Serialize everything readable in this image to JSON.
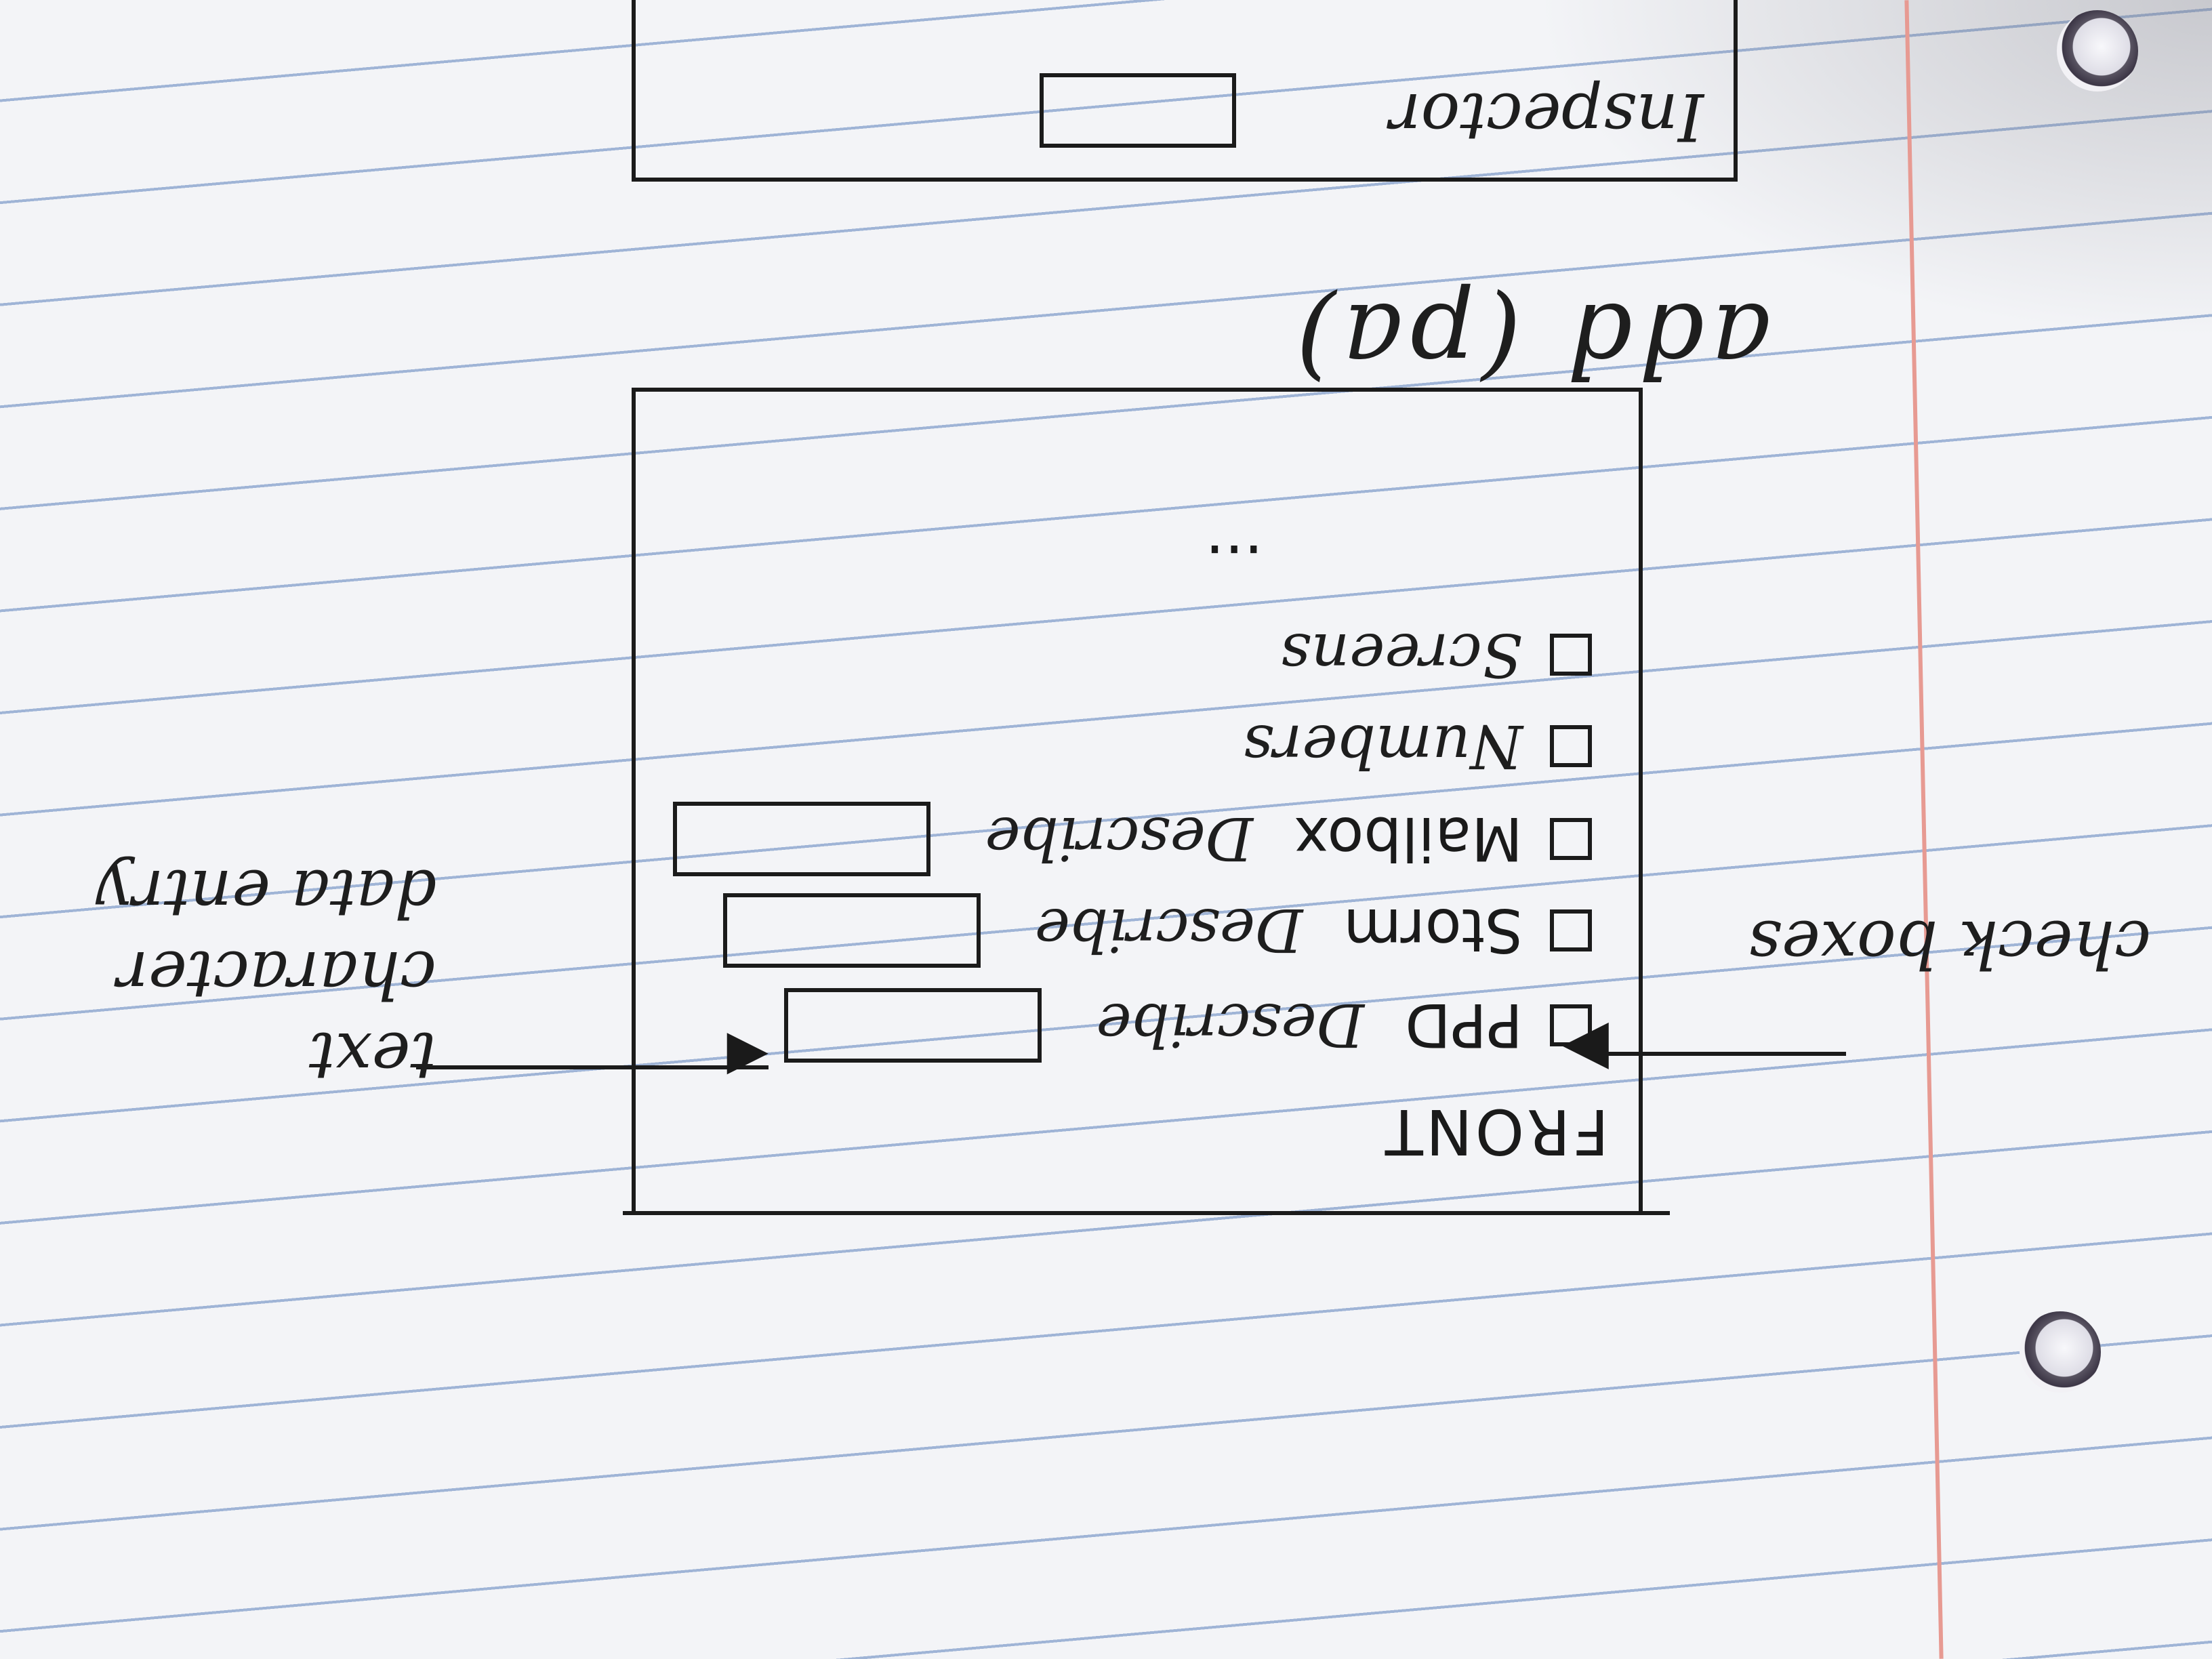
{
  "paper": {
    "ruled_line_color": "#9fb4d6",
    "margin_line_color": "#e79a92",
    "ink_color": "#1b1b1b"
  },
  "sketch": {
    "orientation": "upside-down",
    "screen_title": "FRONT",
    "rows": [
      {
        "label": "PPD",
        "field_text": "Describe"
      },
      {
        "label": "Storm",
        "field_text": "Describe"
      },
      {
        "label": "Mailbox",
        "field_text": "Describe"
      },
      {
        "label": "Numbers",
        "field_text": ""
      },
      {
        "label": "Screens",
        "field_text": ""
      }
    ],
    "ellipsis": "...",
    "annotation_text_entry": "text character data entry",
    "annotation_checkboxes": "check boxes",
    "add_label": "add (pa)",
    "inspector_label": "Inspector"
  }
}
